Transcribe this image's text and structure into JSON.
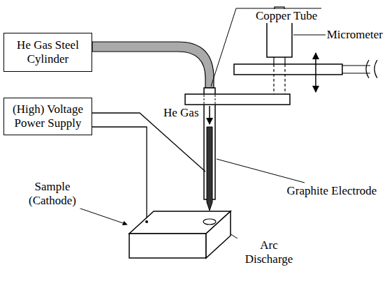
{
  "diagram": {
    "nodes": [
      {
        "text": [
          "He Gas Steel Cylinder"
        ]
      },
      {
        "text": [
          "(High) Voltage Power Supply"
        ]
      }
    ],
    "labels": [
      "Copper Tube",
      "Micrometer",
      "He Gas",
      "Graphite Electrode",
      "Sample (Cathode)",
      "Arc Discharge"
    ]
  }
}
